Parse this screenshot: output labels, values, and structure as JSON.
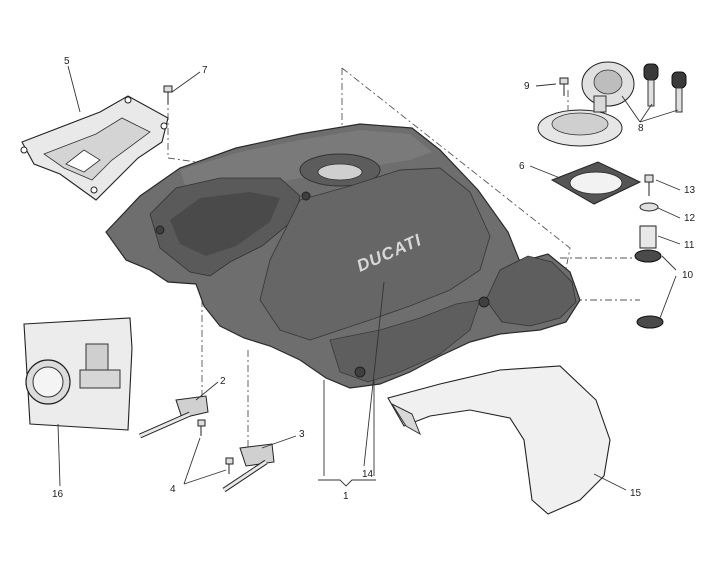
{
  "diagram": {
    "brand_text": "DUCATI",
    "callouts": [
      {
        "id": "c1",
        "label": "1"
      },
      {
        "id": "c2",
        "label": "2"
      },
      {
        "id": "c3",
        "label": "3"
      },
      {
        "id": "c4",
        "label": "4"
      },
      {
        "id": "c5",
        "label": "5"
      },
      {
        "id": "c6",
        "label": "6"
      },
      {
        "id": "c7",
        "label": "7"
      },
      {
        "id": "c8",
        "label": "8"
      },
      {
        "id": "c9",
        "label": "9"
      },
      {
        "id": "c10",
        "label": "10"
      },
      {
        "id": "c11",
        "label": "11"
      },
      {
        "id": "c12",
        "label": "12"
      },
      {
        "id": "c13",
        "label": "13"
      },
      {
        "id": "c14",
        "label": "14"
      },
      {
        "id": "c15",
        "label": "15"
      },
      {
        "id": "c16",
        "label": "16"
      }
    ],
    "colors": {
      "tank": "#6e6e6e",
      "tank_dark": "#555555",
      "tank_shadow": "#4a4a4a",
      "part_light": "#e9e9e9",
      "line": "#222222"
    }
  }
}
